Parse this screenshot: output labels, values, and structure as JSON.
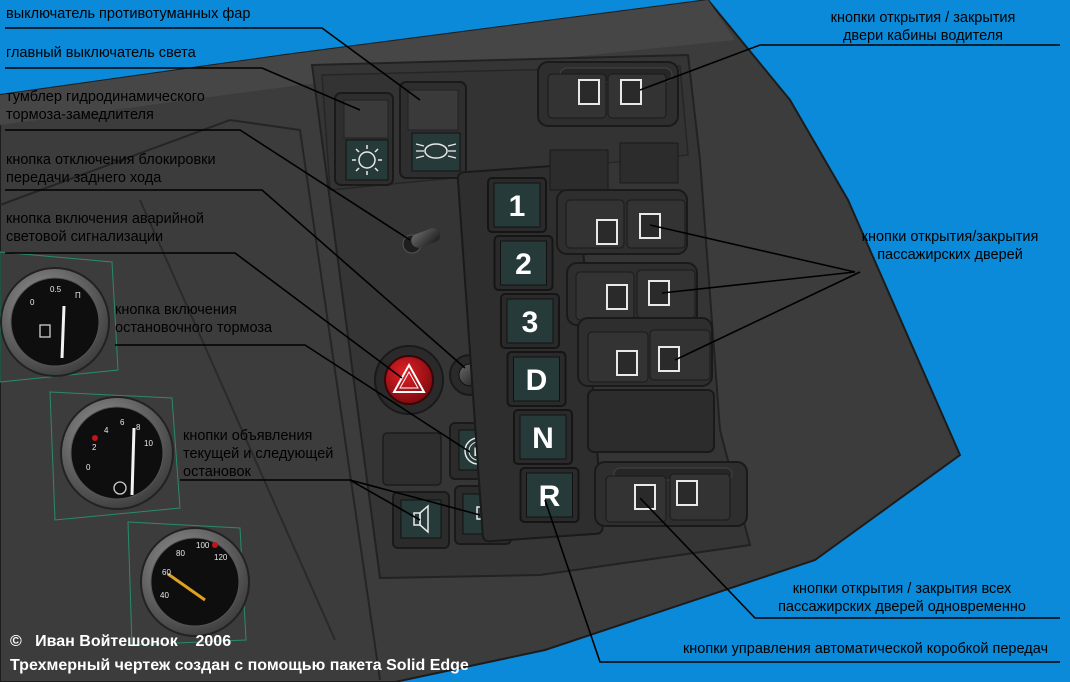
{
  "labels": {
    "fog_lights_switch": "выключатель противотуманных фар",
    "main_light_switch": "главный выключатель света",
    "retarder_toggle": "тумблер гидродинамического\nтормоза-замедлителя",
    "reverse_lock_button": "кнопка отключения блокировки\nпередачи заднего хода",
    "hazard_button": "кнопка включения аварийной\nсветовой сигнализации",
    "stop_brake_button": "кнопка включения\nостановочного тормоза",
    "stop_announce_buttons": "кнопки объявления\nтекущей и следующей\nостановок",
    "driver_door_buttons": "кнопки открытия / закрытия\nдвери кабины водителя",
    "passenger_door_buttons": "кнопки открытия/закрытия\nпассажирских дверей",
    "all_doors_buttons": "кнопки открытия / закрытия всех\nпассажирских дверей одновременно",
    "transmission_buttons": "кнопки управления автоматической коробкой передач"
  },
  "gears": [
    "1",
    "2",
    "3",
    "D",
    "N",
    "R"
  ],
  "brake_button_letter": "B",
  "dials": {
    "fuel": {
      "ticks": [
        "0",
        "0.5",
        "П"
      ]
    },
    "pressure": {
      "ticks": [
        "0",
        "2",
        "4",
        "6",
        "8",
        "10"
      ]
    },
    "temperature": {
      "ticks": [
        "40",
        "60",
        "80",
        "100",
        "120"
      ]
    }
  },
  "footer": {
    "copyright": "©   Иван Войтешонок    2006",
    "credit": "Трехмерный чертеж создан с помощью пакета Solid Edge"
  },
  "colors": {
    "background": "#0a8ad8",
    "panel": "#3c3c3c",
    "hazard": "#c0141a"
  }
}
